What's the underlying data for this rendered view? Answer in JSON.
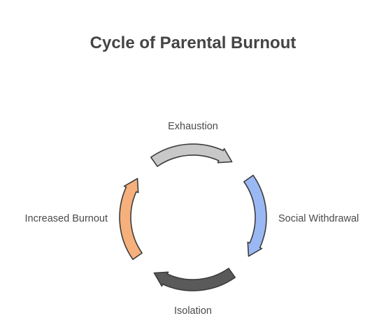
{
  "title": "Cycle of Parental Burnout",
  "cycle": {
    "steps": [
      {
        "label": "Exhaustion",
        "color": "#c8c8c8"
      },
      {
        "label": "Social Withdrawal",
        "color": "#9ab9f4"
      },
      {
        "label": "Isolation",
        "color": "#5a5a5a"
      },
      {
        "label": "Increased Burnout",
        "color": "#f6b07c"
      }
    ],
    "outline_color": "#3c3c3c",
    "direction": "clockwise"
  }
}
